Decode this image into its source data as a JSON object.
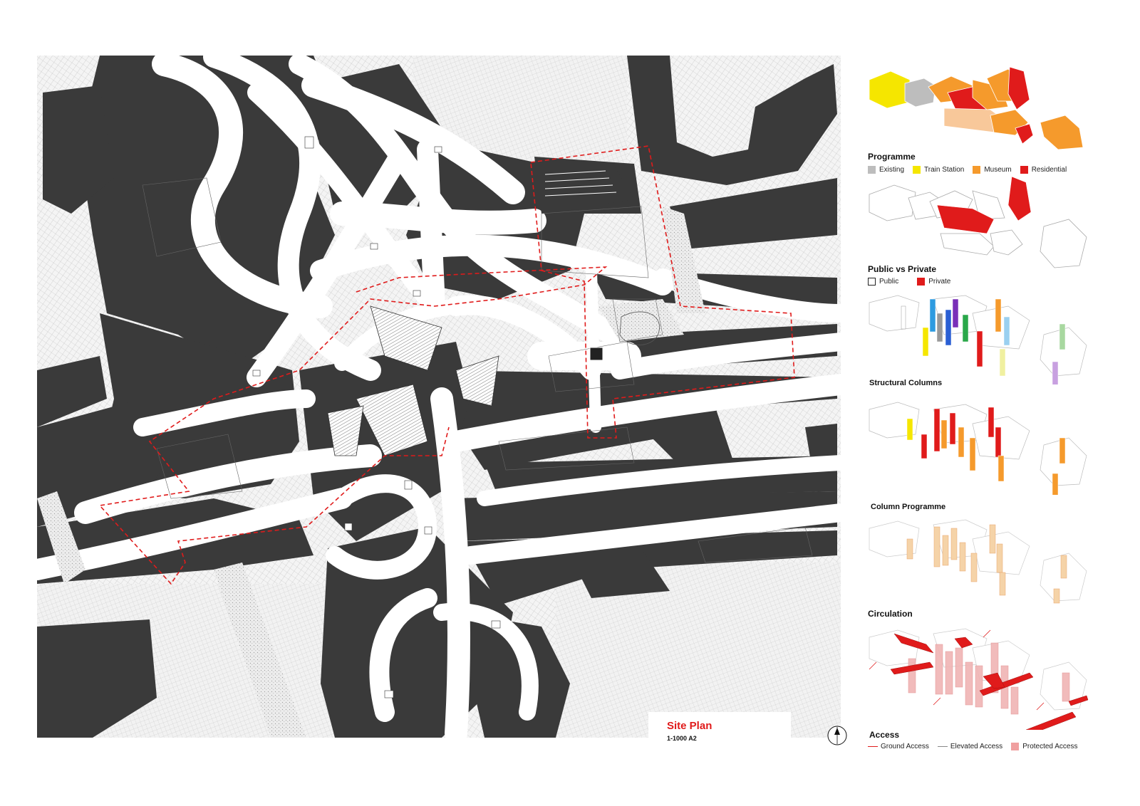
{
  "plan": {
    "title": "Site Plan",
    "scale": "1-1000 A2"
  },
  "panels": {
    "programme": {
      "title": "Programme",
      "legend": [
        {
          "label": "Existing",
          "color": "#bdbdbd"
        },
        {
          "label": "Train Station",
          "color": "#f5e600"
        },
        {
          "label": "Museum",
          "color": "#f59a2c"
        },
        {
          "label": "Residential",
          "color": "#e01b1b"
        }
      ]
    },
    "public_private": {
      "title": "Public vs Private",
      "legend": [
        {
          "label": "Public",
          "color": "#ffffff"
        },
        {
          "label": "Private",
          "color": "#e01b1b"
        }
      ]
    },
    "structural": {
      "title": "Structural Columns"
    },
    "column_programme": {
      "title": "Column Programme"
    },
    "circulation": {
      "title": "Circulation"
    },
    "access": {
      "title": "Access",
      "legend": [
        {
          "label": "Ground Access",
          "color": "#e01b1b",
          "kind": "line"
        },
        {
          "label": "Elevated Access",
          "color": "#888888",
          "kind": "line"
        },
        {
          "label": "Protected Access",
          "color": "#f0a0a0",
          "kind": "box"
        }
      ]
    }
  },
  "colors": {
    "building": "#3a3a3a",
    "street": "#ffffff",
    "hatch": "#b8b8b8",
    "boundary": "#e01b1b",
    "accent": "#e01b1b"
  },
  "icons": {
    "north_arrow": "north-arrow-icon"
  }
}
